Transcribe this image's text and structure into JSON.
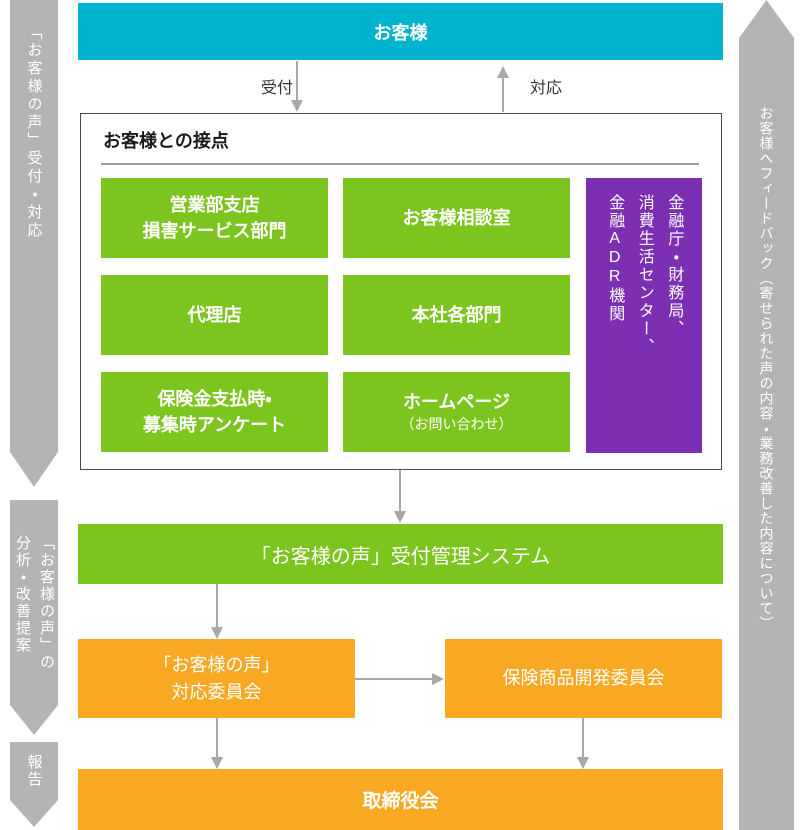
{
  "colors": {
    "customer_bar": "#00b4ce",
    "contact_green": "#7cc41e",
    "authority_purple": "#7c2fb3",
    "committee_orange": "#f8a823",
    "side_band_gray": "#b4b4b4",
    "connector_gray": "#a8a8a8"
  },
  "bands": {
    "left_top": "「お客様の声」受付・対応",
    "left_middle": "「お客様の声」の\n分析・改善提案",
    "left_bottom": "報告",
    "right": "お客様へフィードバック（寄せられた声の内容・業務改善した内容について）"
  },
  "top": {
    "customer": "お客様",
    "receive": "受付",
    "respond": "対応"
  },
  "contact": {
    "title": "お客様との接点",
    "boxes": [
      {
        "label": "営業部支店\n損害サービス部門"
      },
      {
        "label": "お客様相談室"
      },
      {
        "label": "代理店"
      },
      {
        "label": "本社各部門"
      },
      {
        "label": "保険金支払時・\n募集時アンケート"
      },
      {
        "label": "ホームページ",
        "sublabel": "（お問い合わせ）"
      }
    ],
    "authority": "金融庁・財務局、\n消費生活センター、\n金融ADR機関"
  },
  "system": {
    "label": "「お客様の声」受付管理システム"
  },
  "committees": {
    "voice": "「お客様の声」\n対応委員会",
    "product": "保険商品開発委員会"
  },
  "board": {
    "label": "取締役会"
  }
}
